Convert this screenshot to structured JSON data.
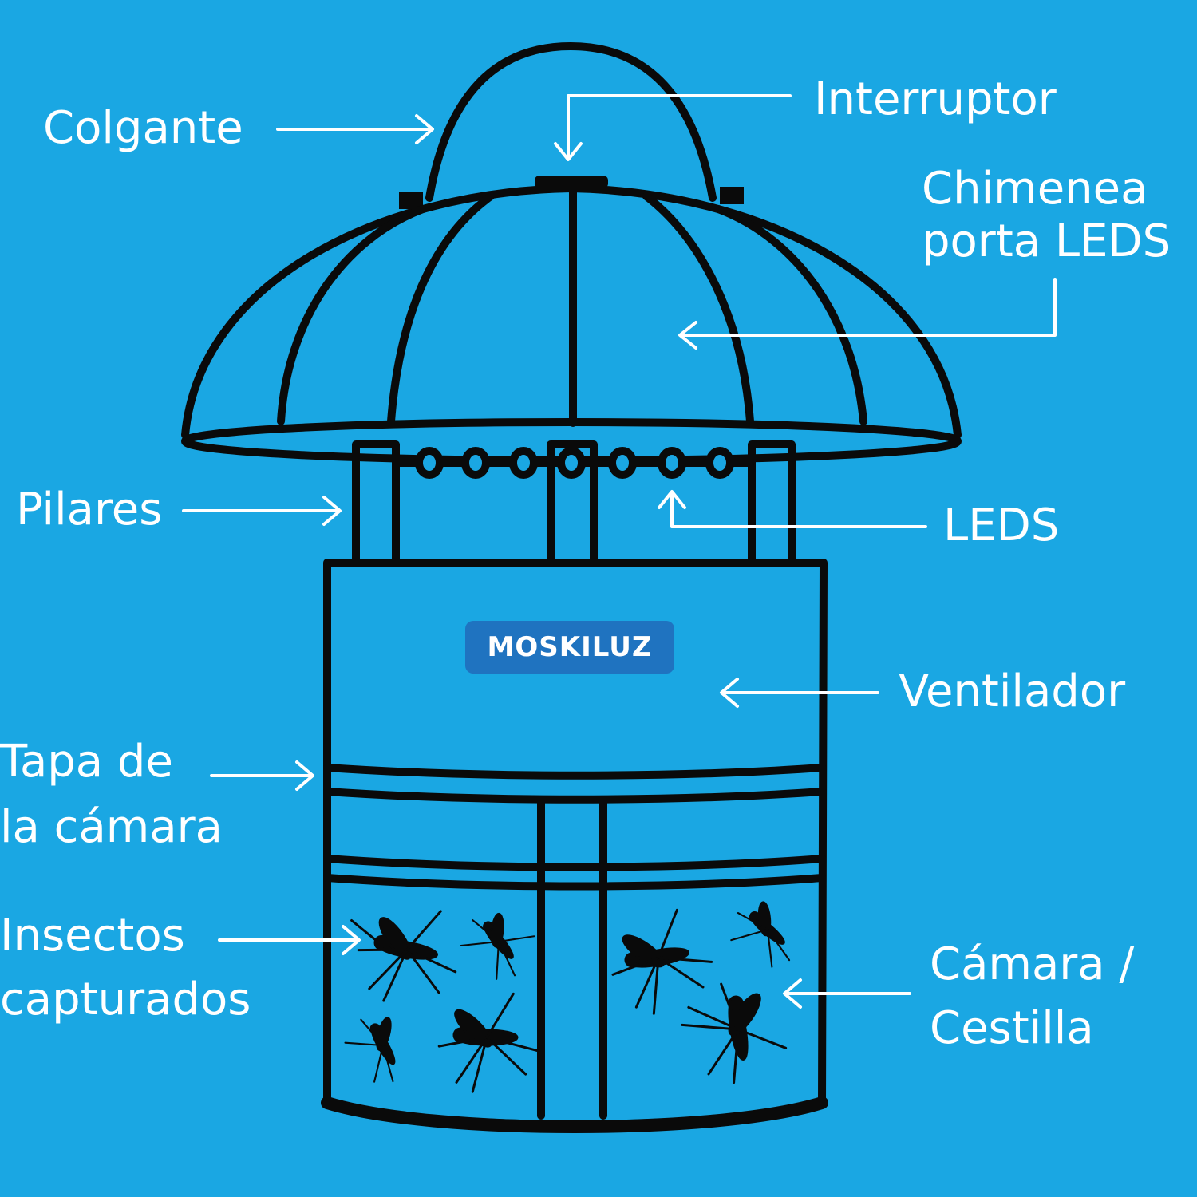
{
  "colors": {
    "background": "#1aa7e3",
    "outline": "#0a0a0a",
    "label_text": "#ffffff",
    "brand_badge": "#1f73c0"
  },
  "brand": "MOSKILUZ",
  "labels": {
    "colgante": "Colgante",
    "interruptor": "Interruptor",
    "chimenea_line1": "Chimenea",
    "chimenea_line2": "porta LEDS",
    "pilares": "Pilares",
    "leds": "LEDS",
    "ventilador": "Ventilador",
    "tapa_line1": "Tapa de",
    "tapa_line2": "la cámara",
    "insectos_line1": "Insectos",
    "insectos_line2": "capturados",
    "camara_line1": "Cámara /",
    "camara_line2": "Cestilla"
  }
}
